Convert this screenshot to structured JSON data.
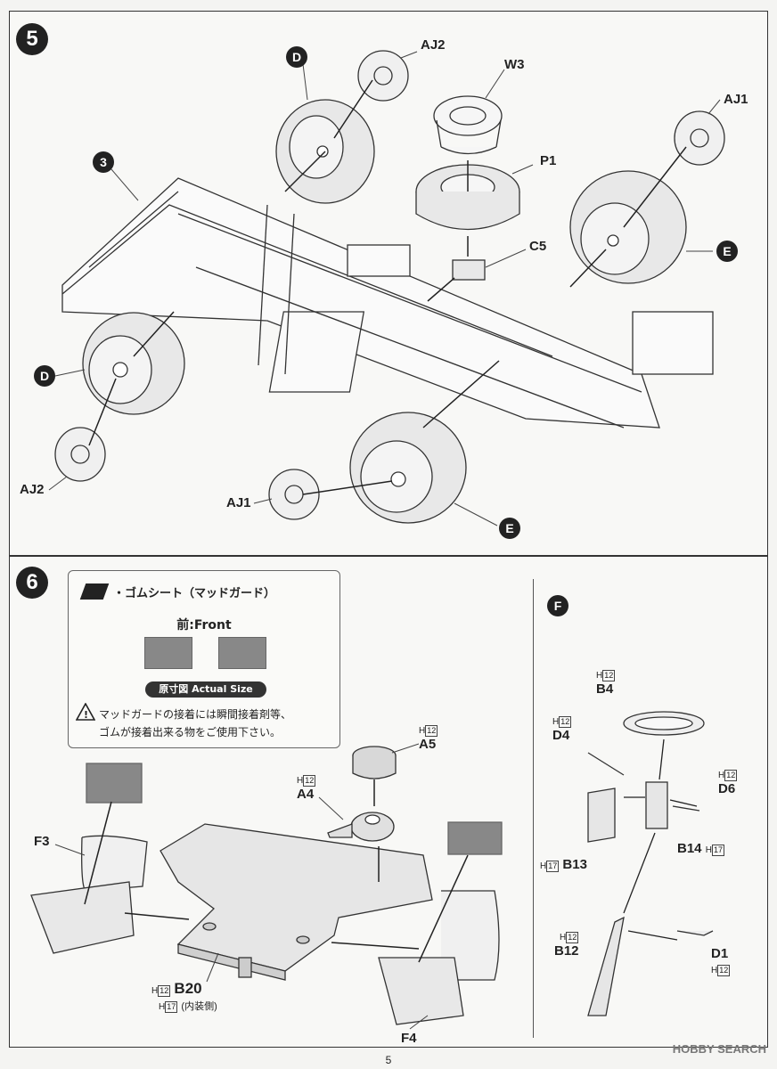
{
  "step5": {
    "number": "5",
    "labels": {
      "d_top": "D",
      "aj2_top": "AJ2",
      "w3": "W3",
      "p1": "P1",
      "aj1_right": "AJ1",
      "frame": "3",
      "e_right": "E",
      "c5": "C5",
      "d_left": "D",
      "aj2_left": "AJ2",
      "aj1_bottom": "AJ1",
      "e_bottom": "E"
    }
  },
  "step6": {
    "number": "6",
    "note": {
      "title": "・ゴムシート（マッドガード）",
      "front_label": "前:Front",
      "actual_size": "原寸図  Actual Size",
      "warning_line1": "マッドガードの接着には瞬間接着剤等、",
      "warning_line2": "ゴムが接着出来る物をご使用下さい。"
    },
    "parts": {
      "a5": {
        "h": "H",
        "n": "12",
        "label": "A5"
      },
      "a4": {
        "h": "H",
        "n": "12",
        "label": "A4"
      },
      "f3": "F3",
      "f4": "F4",
      "b20": {
        "h": "H",
        "n": "12",
        "label": "B20",
        "sub_h": "H",
        "sub_n": "17",
        "sub": "(内装側)"
      }
    },
    "sub_assembly": {
      "label": "F",
      "b4": {
        "h": "H",
        "n": "12",
        "label": "B4"
      },
      "d4": {
        "h": "H",
        "n": "12",
        "label": "D4"
      },
      "d6": {
        "h": "H",
        "n": "12",
        "label": "D6"
      },
      "b13": {
        "h": "H",
        "n": "17",
        "label": "B13"
      },
      "b14": {
        "h": "H",
        "n": "17",
        "label": "B14"
      },
      "b12": {
        "h": "H",
        "n": "12",
        "label": "B12"
      },
      "d1": {
        "h": "H",
        "n": "12",
        "label": "D1"
      }
    }
  },
  "page_number": "5",
  "watermark": "HOBBY SEARCH"
}
